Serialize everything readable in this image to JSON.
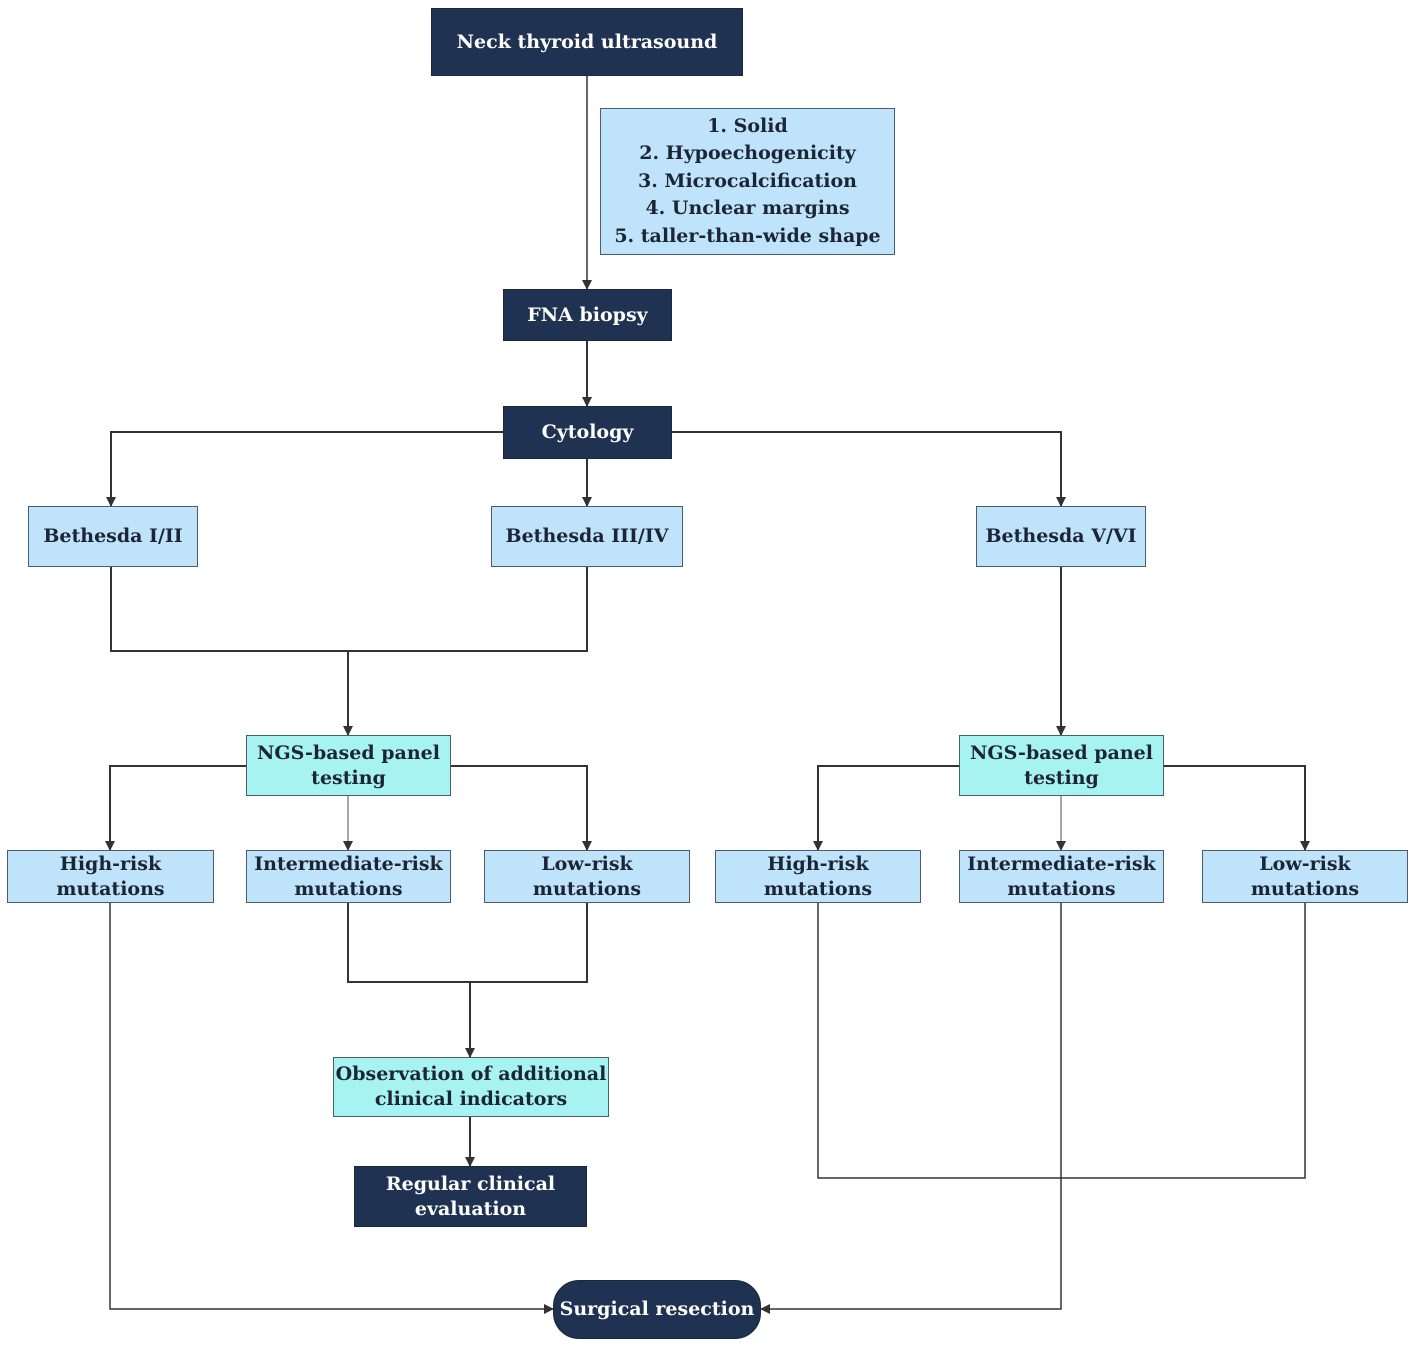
{
  "nodes": {
    "ultrasound": "Neck thyroid ultrasound",
    "criteria": [
      "1. Solid",
      "2. Hypoechogenicity",
      "3. Microcalcification",
      "4. Unclear margins",
      "5. taller-than-wide shape"
    ],
    "fna": "FNA biopsy",
    "cytology": "Cytology",
    "bethesda_1_2": "Bethesda I/II",
    "bethesda_3_4": "Bethesda III/IV",
    "bethesda_5_6": "Bethesda V/VI",
    "ngs_left": [
      "NGS-based panel",
      "testing"
    ],
    "ngs_right": [
      "NGS-based panel",
      "testing"
    ],
    "left_high": [
      "High-risk",
      "mutations"
    ],
    "left_intermediate": [
      "Intermediate-risk",
      "mutations"
    ],
    "left_low": [
      "Low-risk",
      "mutations"
    ],
    "right_high": [
      "High-risk",
      "mutations"
    ],
    "right_intermediate": [
      "Intermediate-risk",
      "mutations"
    ],
    "right_low": [
      "Low-risk",
      "mutations"
    ],
    "observation": [
      "Observation of additional",
      "clinical indicators"
    ],
    "regular_eval": [
      "Regular clinical",
      "evaluation"
    ],
    "surgical": "Surgical resection"
  },
  "colors": {
    "dark_node": "#1f3251",
    "light_node": "#bfe3fb",
    "cyan_node": "#a7f3f1",
    "line": "#333333"
  }
}
